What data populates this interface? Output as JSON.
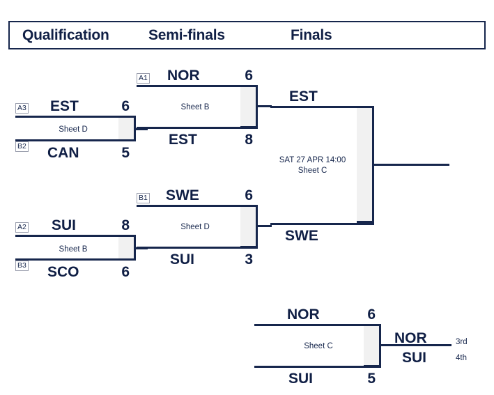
{
  "header": {
    "rounds": [
      {
        "label": "Qualification"
      },
      {
        "label": "Semi-finals"
      },
      {
        "label": "Finals"
      }
    ]
  },
  "bracket": {
    "qualification": [
      {
        "id": "qual-1",
        "sheet": "Sheet D",
        "top": {
          "seed": "A3",
          "team": "EST",
          "score": "6"
        },
        "bottom": {
          "seed": "B2",
          "team": "CAN",
          "score": "5"
        }
      },
      {
        "id": "qual-2",
        "sheet": "Sheet B",
        "top": {
          "seed": "A2",
          "team": "SUI",
          "score": "8"
        },
        "bottom": {
          "seed": "B3",
          "team": "SCO",
          "score": "6"
        }
      }
    ],
    "semifinals": [
      {
        "id": "semi-1",
        "sheet": "Sheet B",
        "top": {
          "seed": "A1",
          "team": "NOR",
          "score": "6"
        },
        "bottom": {
          "seed": "",
          "team": "EST",
          "score": "8"
        }
      },
      {
        "id": "semi-2",
        "sheet": "Sheet D",
        "top": {
          "seed": "B1",
          "team": "SWE",
          "score": "6"
        },
        "bottom": {
          "seed": "",
          "team": "SUI",
          "score": "3"
        }
      }
    ],
    "final": {
      "id": "final",
      "schedule": "SAT 27 APR 14:00",
      "sheet": "Sheet C",
      "top": {
        "team": "EST",
        "score": ""
      },
      "bottom": {
        "team": "SWE",
        "score": ""
      },
      "winner": ""
    },
    "bronze": {
      "id": "bronze",
      "sheet": "Sheet C",
      "top": {
        "team": "NOR",
        "score": "6"
      },
      "bottom": {
        "team": "SUI",
        "score": "5"
      },
      "results": [
        {
          "team": "NOR",
          "place": "3rd"
        },
        {
          "team": "SUI",
          "place": "4th"
        }
      ]
    }
  }
}
